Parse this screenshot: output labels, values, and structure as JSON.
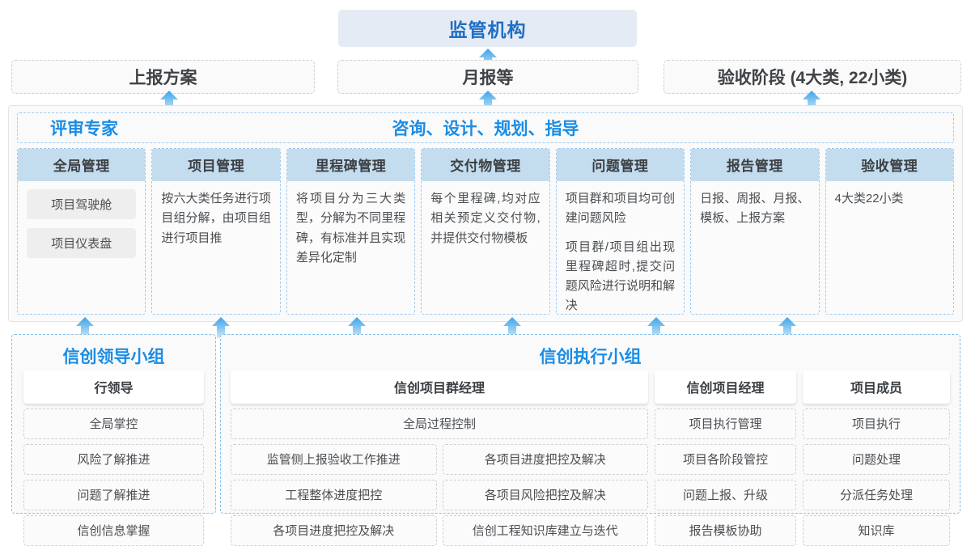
{
  "top": {
    "regulator": "监管机构",
    "submissions": [
      {
        "label": "上报方案"
      },
      {
        "label": "月报等"
      },
      {
        "label": "验收阶段 (4大类, 22小类)"
      }
    ]
  },
  "middle": {
    "band_left_label": "评审专家",
    "band_center_label": "咨询、设计、规划、指导",
    "columns": [
      {
        "header": "全局管理",
        "pills": [
          "项目驾驶舱",
          "项目仪表盘"
        ],
        "paragraphs": []
      },
      {
        "header": "项目管理",
        "pills": [],
        "paragraphs": [
          "按六大类任务进行项目组分解，由项目组进行项目推"
        ]
      },
      {
        "header": "里程碑管理",
        "pills": [],
        "paragraphs": [
          "将项目分为三大类型，分解为不同里程碑，有标准并且实现差异化定制"
        ]
      },
      {
        "header": "交付物管理",
        "pills": [],
        "paragraphs": [
          "每个里程碑,均对应相关预定义交付物,并提供交付物模板"
        ]
      },
      {
        "header": "问题管理",
        "pills": [],
        "paragraphs": [
          "项目群和项目均可创建问题风险",
          "项目群/项目组出现里程碑超时,提交问题风险进行说明和解决"
        ]
      },
      {
        "header": "报告管理",
        "pills": [],
        "paragraphs": [
          "日报、周报、月报、模板、上报方案"
        ]
      },
      {
        "header": "验收管理",
        "pills": [],
        "paragraphs": [
          "4大类22小类"
        ]
      }
    ]
  },
  "bottom": {
    "left_group": {
      "title": "信创领导小组",
      "role": "行领导",
      "items": [
        "全局掌控",
        "风险了解推进",
        "问题了解推进",
        "信创信息掌握"
      ]
    },
    "right_group": {
      "title": "信创执行小组",
      "pgm_manager": {
        "role": "信创项目群经理",
        "full_width_item": "全局过程控制",
        "rows": [
          [
            "监管侧上报验收工作推进",
            "各项目进度把控及解决"
          ],
          [
            "工程整体进度把控",
            "各项目风险把控及解决"
          ],
          [
            "各项目进度把控及解决",
            "信创工程知识库建立与迭代"
          ]
        ]
      },
      "project_manager": {
        "role": "信创项目经理",
        "items": [
          "项目执行管理",
          "项目各阶段管控",
          "问题上报、升级",
          "报告模板协助"
        ]
      },
      "member": {
        "role": "项目成员",
        "items": [
          "项目执行",
          "问题处理",
          "分派任务处理",
          "知识库"
        ]
      }
    }
  },
  "colors": {
    "accent_blue": "#1b8de4",
    "header_blue": "#c3dcee",
    "panel_blue_fill": "#e5ebf4",
    "arrow_blue": "#3aa5e8",
    "dash_blue": "#9ecaf0",
    "dash_gray": "#cfcfcf"
  }
}
